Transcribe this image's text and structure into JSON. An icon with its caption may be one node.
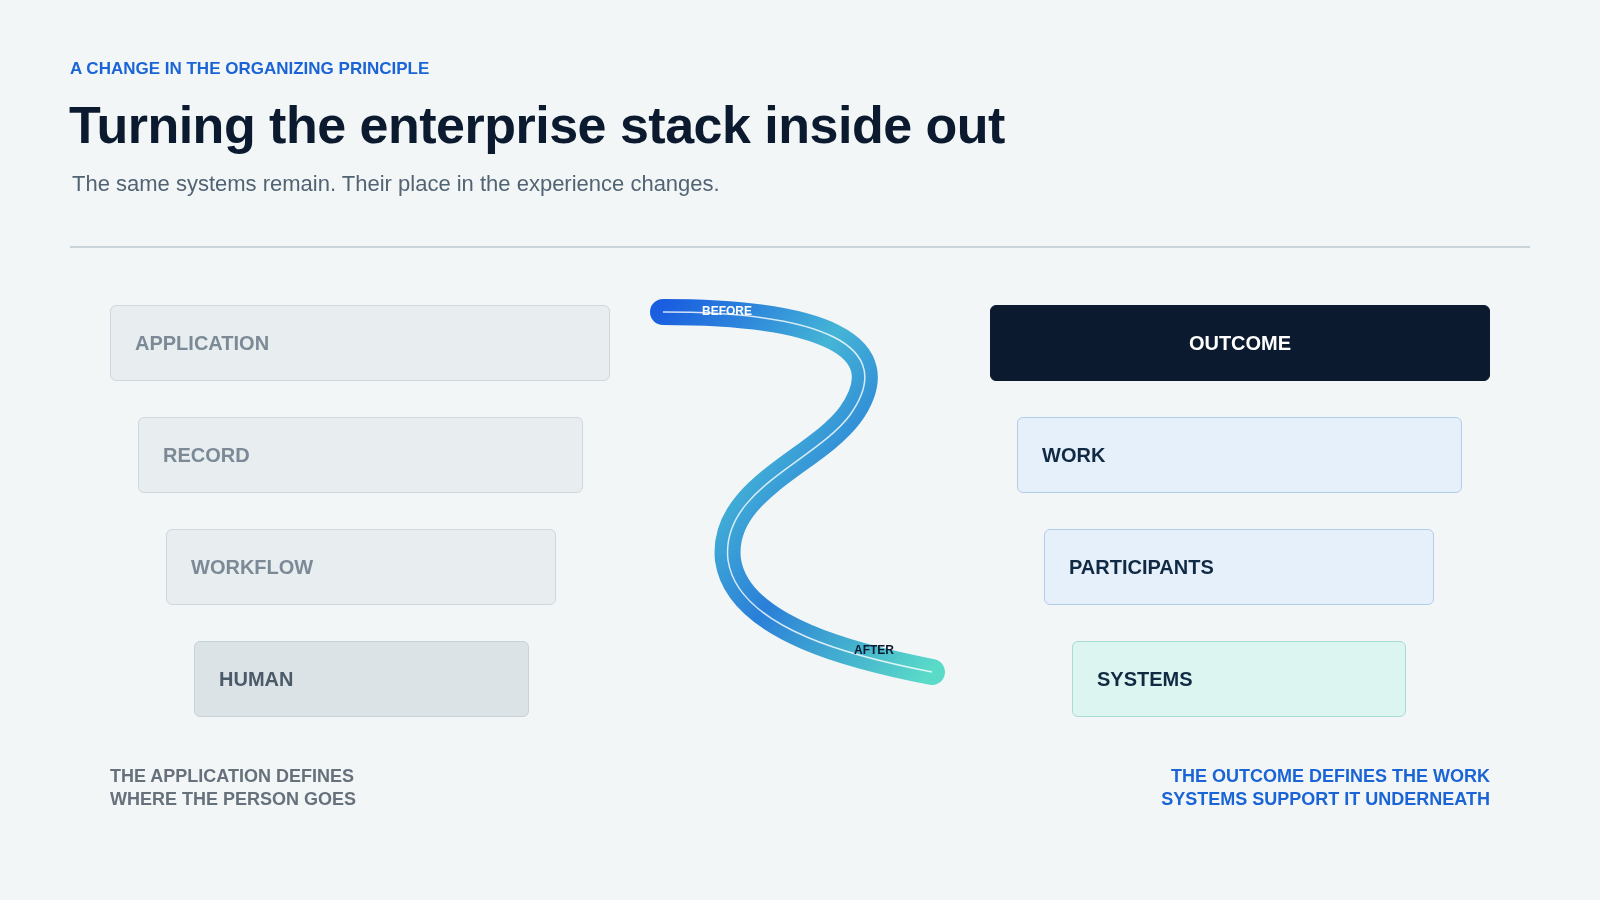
{
  "diagram": {
    "title": "Turning the enterprise stack inside out",
    "nodes": [
      {
        "text": [
          "APPLICATION"
        ]
      },
      {
        "text": [
          "RECORD"
        ]
      },
      {
        "text": [
          "WORKFLOW"
        ]
      },
      {
        "text": [
          "HUMAN"
        ]
      },
      {
        "text": [
          "OUTCOME"
        ]
      },
      {
        "text": [
          "WORK"
        ]
      },
      {
        "text": [
          "PARTICIPANTS"
        ]
      },
      {
        "text": [
          "SYSTEMS"
        ]
      }
    ],
    "labels": [
      "A CHANGE IN THE ORGANIZING PRINCIPLE",
      "The same systems remain. Their place in the experience changes.",
      "BEFORE",
      "AFTER",
      "THE APPLICATION DEFINES WHERE THE PERSON GOES",
      "THE OUTCOME DEFINES THE WORK SYSTEMS SUPPORT IT UNDERNEATH"
    ]
  }
}
